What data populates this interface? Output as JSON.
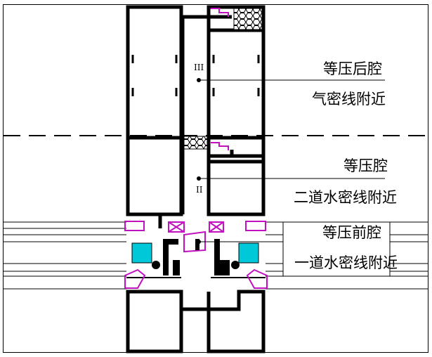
{
  "chambers": [
    {
      "roman": "III",
      "title": "等压后腔",
      "note": "气密线附近"
    },
    {
      "roman": "II",
      "title": "等压腔",
      "note": "二道水密线附近"
    },
    {
      "title": "等压前腔",
      "note": "一道水密线附近"
    }
  ],
  "colors": {
    "line": "#000000",
    "gasket": "#c010c0",
    "glass": "#00c8d8",
    "insulation": "#000000"
  }
}
